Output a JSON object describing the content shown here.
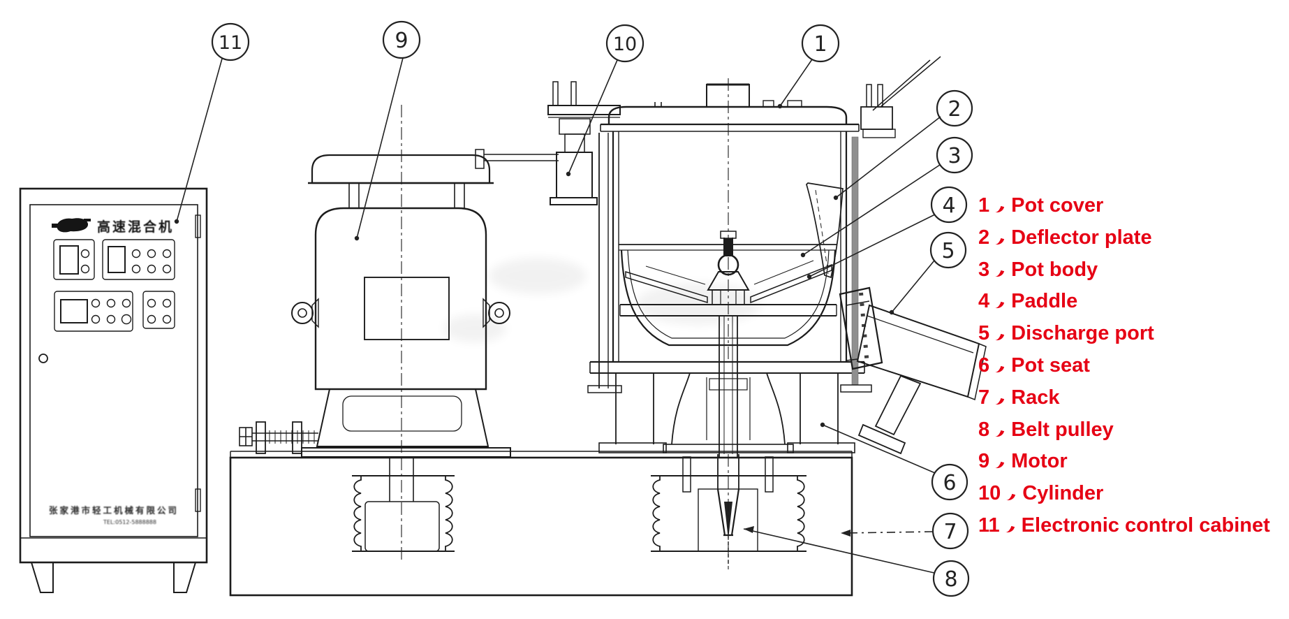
{
  "legend": {
    "separator": "、",
    "text_color": "#e60014",
    "items": [
      {
        "num": "1",
        "label": "Pot cover"
      },
      {
        "num": "2",
        "label": "Deflector plate"
      },
      {
        "num": "3",
        "label": "Pot body"
      },
      {
        "num": "4",
        "label": "Paddle"
      },
      {
        "num": "5",
        "label": "Discharge port"
      },
      {
        "num": "6",
        "label": "Pot seat"
      },
      {
        "num": "7",
        "label": "Rack"
      },
      {
        "num": "8",
        "label": "Belt pulley"
      },
      {
        "num": "9",
        "label": "Motor"
      },
      {
        "num": "10",
        "label": "Cylinder"
      },
      {
        "num": "11",
        "label": "Electronic control cabinet"
      }
    ]
  },
  "callouts": [
    {
      "num": "1"
    },
    {
      "num": "2"
    },
    {
      "num": "3"
    },
    {
      "num": "4"
    },
    {
      "num": "5"
    },
    {
      "num": "6"
    },
    {
      "num": "7"
    },
    {
      "num": "8"
    },
    {
      "num": "9"
    },
    {
      "num": "10"
    },
    {
      "num": "11"
    }
  ],
  "cabinet": {
    "brand_title": "高速混合机",
    "company_line": "张家港市轻工机械有限公司",
    "phone_line": "TEL:0512-5888888"
  },
  "drawing": {
    "line_color": "#1c1c1c",
    "background": "#ffffff"
  }
}
